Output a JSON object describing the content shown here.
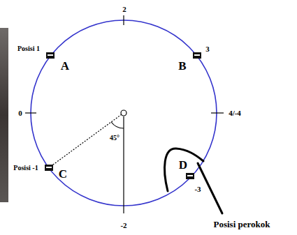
{
  "diagram": {
    "labels": [
      "2",
      "0",
      "4/-4",
      "-2",
      "Posisi 1",
      "A",
      "B",
      "3",
      "45°",
      "Posisi -1",
      "C",
      "D",
      "-3",
      "Posisi perokok"
    ]
  }
}
